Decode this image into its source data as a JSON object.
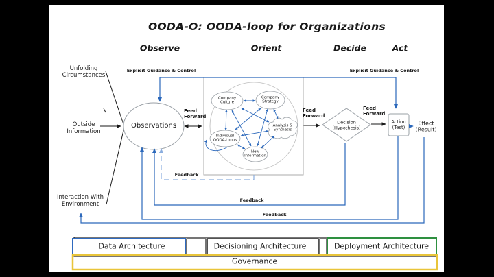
{
  "title": "OODA-O: OODA-loop for Organizations",
  "phases": {
    "observe": "Observe",
    "orient": "Orient",
    "decide": "Decide",
    "act": "Act"
  },
  "inputs": {
    "unfolding_circumstances": "Unfolding\nCircumstances",
    "outside_information": "Outside\nInformation",
    "interaction_environment": "Interaction With\nEnvironment"
  },
  "loop": {
    "explicit_guidance": "Explicit Guidance & Control",
    "observations": "Observations",
    "feed_forward": "Feed\nForward",
    "decision": "Decision\n(Hypothesis)",
    "action": "Action\n(Test)",
    "effect": "Effect\n(Result)",
    "feedback": "Feedback"
  },
  "orient_nodes": {
    "company_culture": "Company\nCulture",
    "company_strategy": "Company\nStrategy",
    "analysis_synthesis": "Analysis &\nSynthesis",
    "individual_ooda_loops": "Individual\nOODA-Loops",
    "new_information": "New\nInformation"
  },
  "architecture": {
    "data": "Data Architecture",
    "decisioning": "Decisioning Architecture",
    "deployment": "Deployment Architecture",
    "governance": "Governance"
  },
  "colors": {
    "loop_blue": "#2b68bb",
    "feedback_dashed_blue": "#8aadde",
    "shape_gray": "#9aa0a6",
    "line_black": "#1a1a1a",
    "data_arch_blue": "#2f6abf",
    "deployment_green": "#2e9040",
    "governance_yellow": "#e9c53a",
    "letterbox": "#000000"
  }
}
